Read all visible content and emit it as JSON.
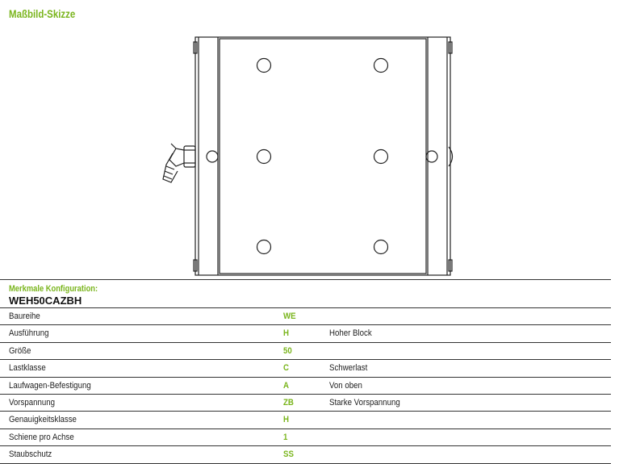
{
  "section_title": "Maßbild-Skizze",
  "configuration": {
    "label": "Merkmale Konfiguration:",
    "code": "WEH50CAZBH"
  },
  "rows": [
    {
      "name": "Baureihe",
      "code": "WE",
      "desc": ""
    },
    {
      "name": "Ausführung",
      "code": "H",
      "desc": "Hoher Block"
    },
    {
      "name": "Größe",
      "code": "50",
      "desc": ""
    },
    {
      "name": "Lastklasse",
      "code": "C",
      "desc": "Schwerlast"
    },
    {
      "name": "Laufwagen-Befestigung",
      "code": "A",
      "desc": "Von oben"
    },
    {
      "name": "Vorspannung",
      "code": "ZB",
      "desc": "Starke Vorspannung"
    },
    {
      "name": "Genauigkeitsklasse",
      "code": "H",
      "desc": ""
    },
    {
      "name": "Schiene pro Achse",
      "code": "1",
      "desc": ""
    },
    {
      "name": "Staubschutz",
      "code": "SS",
      "desc": ""
    }
  ],
  "colors": {
    "accent": "#7ab51d",
    "line": "#333333"
  }
}
